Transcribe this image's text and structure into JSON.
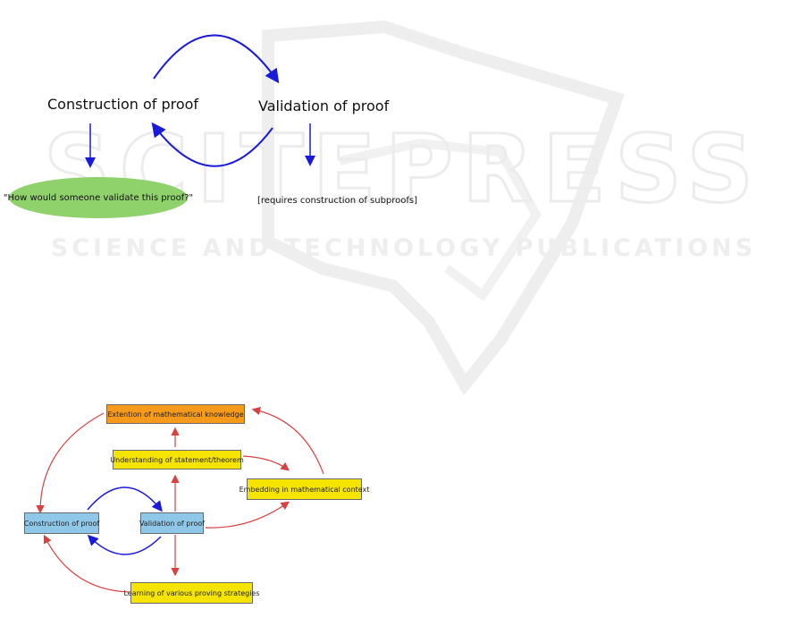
{
  "watermark": {
    "brand": "SCITEPRESS",
    "tagline": "SCIENCE AND TECHNOLOGY PUBLICATIONS"
  },
  "diagram_top": {
    "construction": "Construction of proof",
    "validation": "Validation of proof",
    "question": "\"How would someone validate this proof?\"",
    "note": "[requires construction of subproofs]"
  },
  "diagram_bottom": {
    "extension": "Extention of mathematical knowledge",
    "understanding": "Understanding of statement/theorem",
    "embedding": "Embedding in mathematical context",
    "construction": "Construction of proof",
    "validation": "Validation of proof",
    "learning": "Learning of various proving strategies"
  },
  "colors": {
    "blue_arrow": "#1a1adb",
    "red_arrow": "#d94040",
    "orange_box": "#f59a1a",
    "yellow_box": "#f5e400",
    "blue_box": "#8ec7e8",
    "green_ellipse": "#8fd16a"
  }
}
